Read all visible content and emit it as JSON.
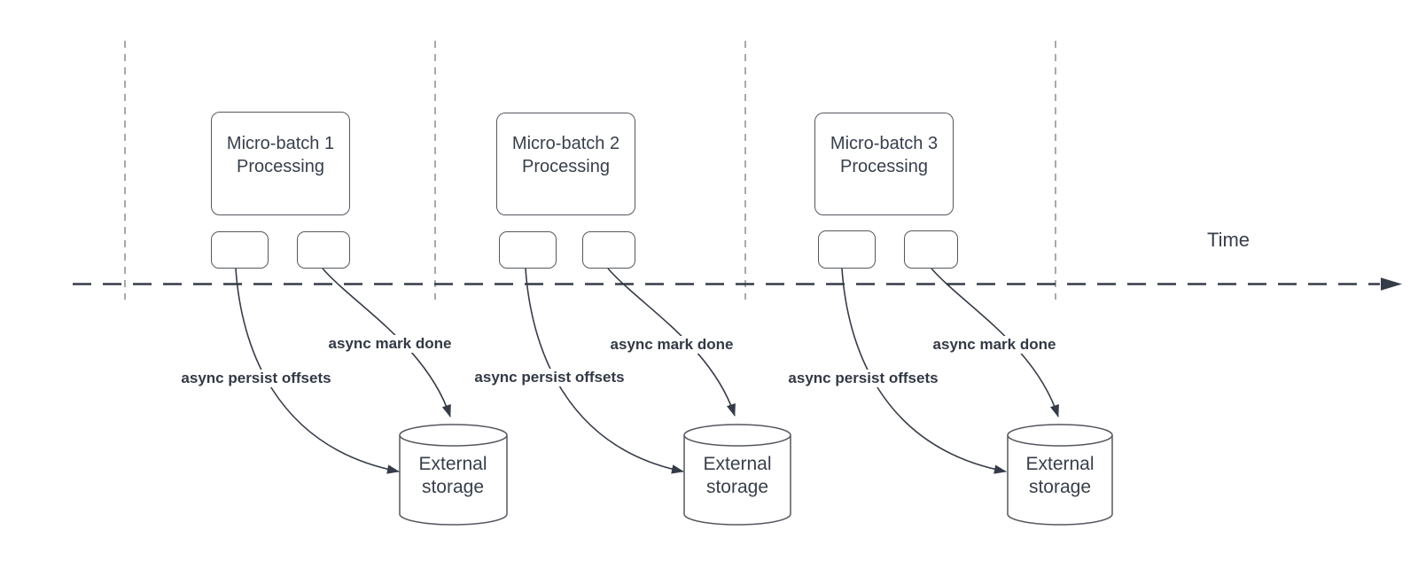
{
  "colors": {
    "background": "#ffffff",
    "line_dark": "#363c47",
    "guide_gray": "#a9a9a9",
    "shape_border": "#54585e",
    "text": "#383f4b"
  },
  "time_axis": {
    "label": "Time"
  },
  "batches": [
    {
      "title_lines": [
        "Micro-batch 1",
        "Processing"
      ],
      "persist_label": "async persist offsets",
      "mark_done_label": "async mark done",
      "storage_lines": [
        "External",
        "storage"
      ]
    },
    {
      "title_lines": [
        "Micro-batch 2",
        "Processing"
      ],
      "persist_label": "async persist offsets",
      "mark_done_label": "async mark done",
      "storage_lines": [
        "External",
        "storage"
      ]
    },
    {
      "title_lines": [
        "Micro-batch 3",
        "Processing"
      ],
      "persist_label": "async persist offsets",
      "mark_done_label": "async mark done",
      "storage_lines": [
        "External",
        "storage"
      ]
    }
  ]
}
